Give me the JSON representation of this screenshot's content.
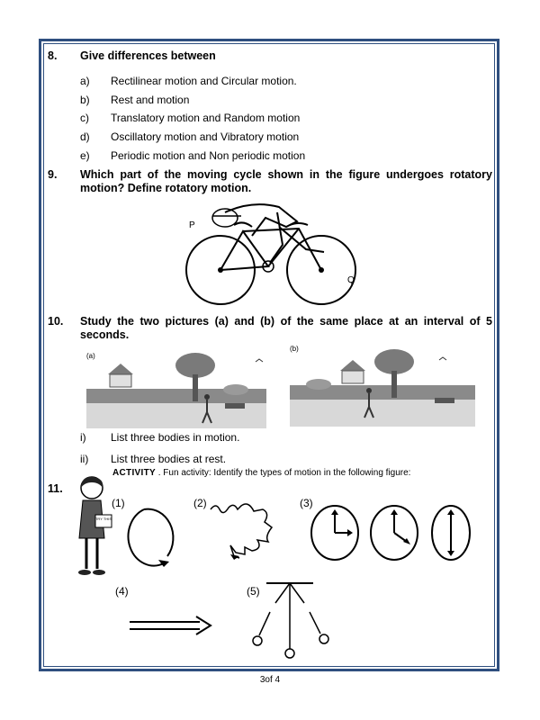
{
  "q8": {
    "number": "8.",
    "prompt": "Give  differences between",
    "items": [
      {
        "label": "a)",
        "text": "Rectilinear motion and Circular motion."
      },
      {
        "label": "b)",
        "text": "Rest and motion"
      },
      {
        "label": "c)",
        "text": "Translatory motion and Random motion"
      },
      {
        "label": "d)",
        "text": "Oscillatory motion and Vibratory motion"
      },
      {
        "label": "e)",
        "text": "Periodic motion and Non periodic motion"
      }
    ]
  },
  "q9": {
    "number": "9.",
    "prompt": "Which part of the moving cycle shown in the figure undergoes rotatory motion? Define rotatory motion.",
    "figure_labels": {
      "p": "P",
      "q": "Q"
    }
  },
  "q10": {
    "number": "10.",
    "prompt": "Study the two pictures (a) and (b) of the same place at an interval of 5 seconds.",
    "picture_a_label": "(a)",
    "picture_b_label": "(b)",
    "items": [
      {
        "label": "i)",
        "text": "List three bodies in motion."
      },
      {
        "label": "ii)",
        "text": "List three bodies at rest."
      }
    ]
  },
  "q11": {
    "number": "11.",
    "activity_title": "ACTIVITY",
    "activity_text": ". Fun activity: Identify the types of motion in the following figure:",
    "sign_text": "TRY THIS",
    "figure_labels": [
      "(1)",
      "(2)",
      "(3)",
      "(4)",
      "(5)"
    ]
  },
  "footer": {
    "page": "3of 4"
  }
}
